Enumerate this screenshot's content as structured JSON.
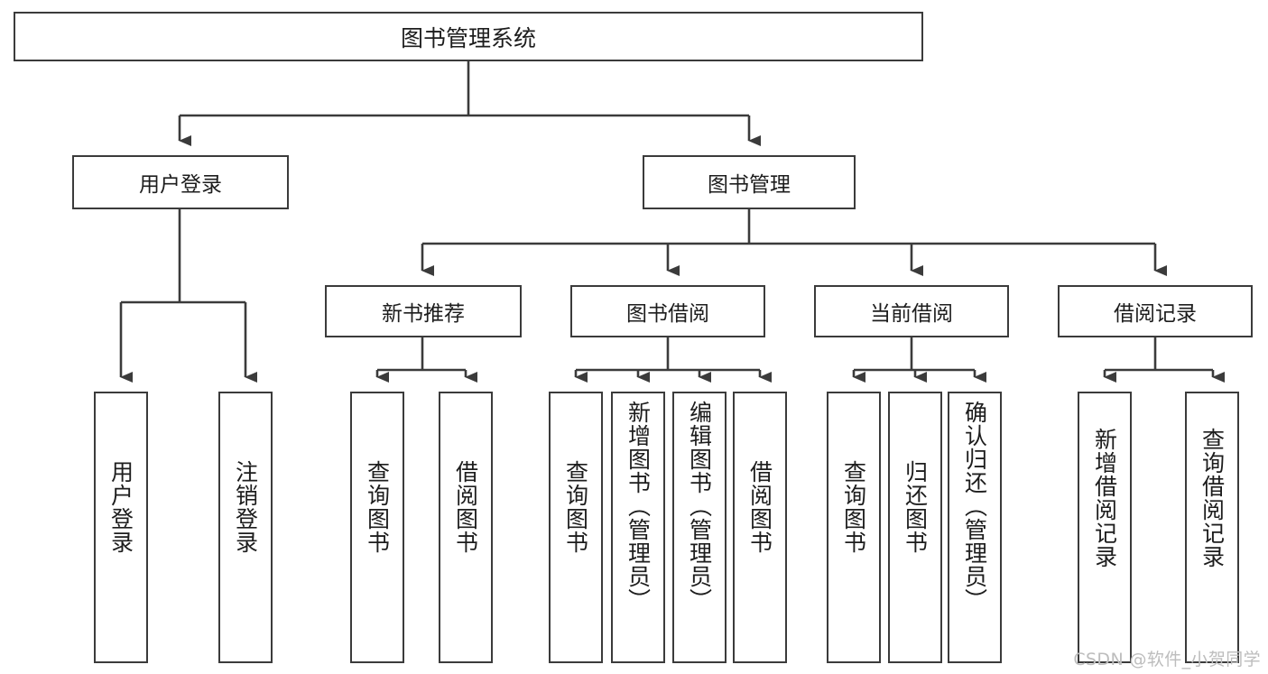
{
  "diagram": {
    "title": "图书管理系统",
    "type": "hierarchy-tree",
    "watermark": "CSDN @软件_小贺同学",
    "colors": {
      "stroke": "#3b3b3b",
      "fill": "#ffffff",
      "text": "#1d1d1d",
      "watermark": "#bdbdbd"
    },
    "root": {
      "label": "图书管理系统"
    },
    "level1": [
      {
        "label": "用户登录"
      },
      {
        "label": "图书管理"
      }
    ],
    "level2": [
      {
        "label": "新书推荐"
      },
      {
        "label": "图书借阅"
      },
      {
        "label": "当前借阅"
      },
      {
        "label": "借阅记录"
      }
    ],
    "leaves": {
      "user_login": [
        {
          "label": "用户登录"
        },
        {
          "label": "注销登录"
        }
      ],
      "new_book_recommend": [
        {
          "label": "查询图书"
        },
        {
          "label": "借阅图书"
        }
      ],
      "book_borrow": [
        {
          "label": "查询图书"
        },
        {
          "label": "新增图书（管理员）"
        },
        {
          "label": "编辑图书（管理员）"
        },
        {
          "label": "借阅图书"
        }
      ],
      "current_borrow": [
        {
          "label": "查询图书"
        },
        {
          "label": "归还图书"
        },
        {
          "label": "确认归还（管理员）"
        }
      ],
      "borrow_record": [
        {
          "label": "新增借阅记录"
        },
        {
          "label": "查询借阅记录"
        }
      ]
    }
  }
}
